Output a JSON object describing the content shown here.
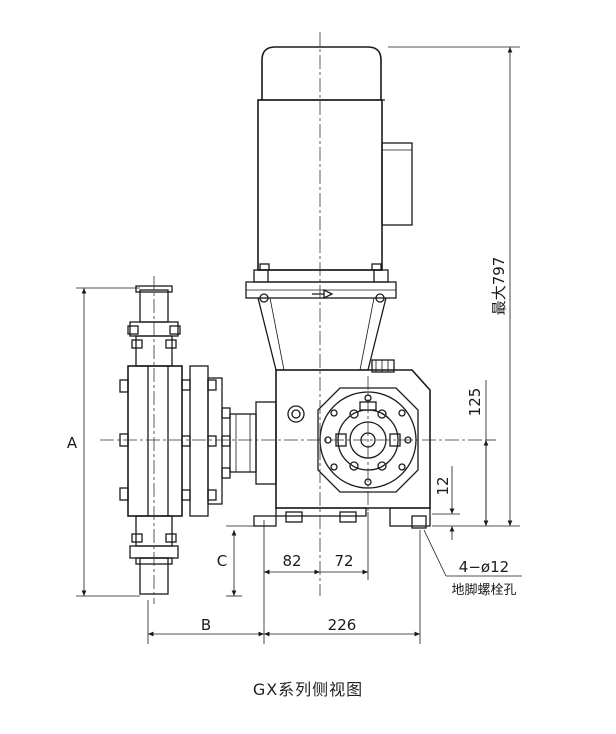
{
  "caption": "GX系列侧视图",
  "dimensions": {
    "height_max": "最大797",
    "shaft_height": "125",
    "foot_height": "12",
    "left_a": "A",
    "left_c": "C",
    "left_b": "B",
    "d82": "82",
    "d72": "72",
    "d226": "226",
    "holes": "4−ø12",
    "holes_note": "地脚螺栓孔"
  }
}
